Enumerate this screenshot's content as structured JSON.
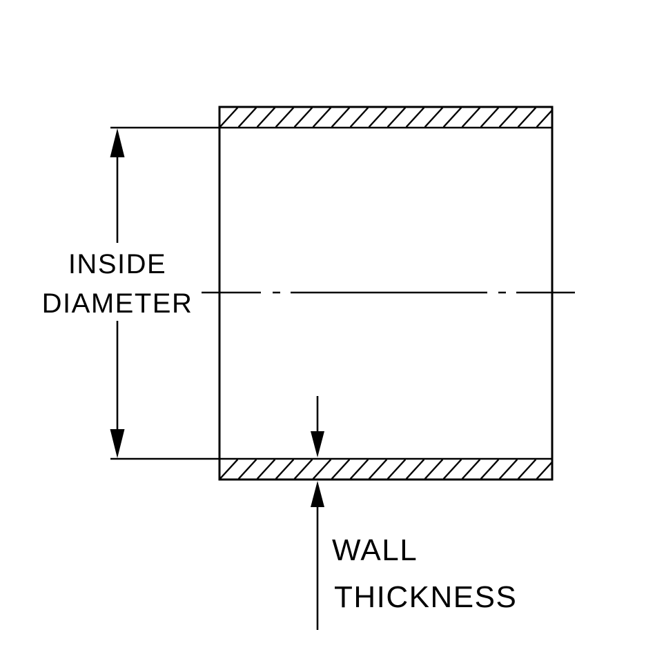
{
  "page": {
    "background_color": "#ffffff"
  },
  "diagram": {
    "type": "technical-cross-section",
    "line_color": "#000000",
    "labels": {
      "inside_diameter": [
        "INSIDE",
        "DIAMETER"
      ],
      "wall_thickness": [
        "WALL",
        "THICKNESS"
      ]
    }
  }
}
